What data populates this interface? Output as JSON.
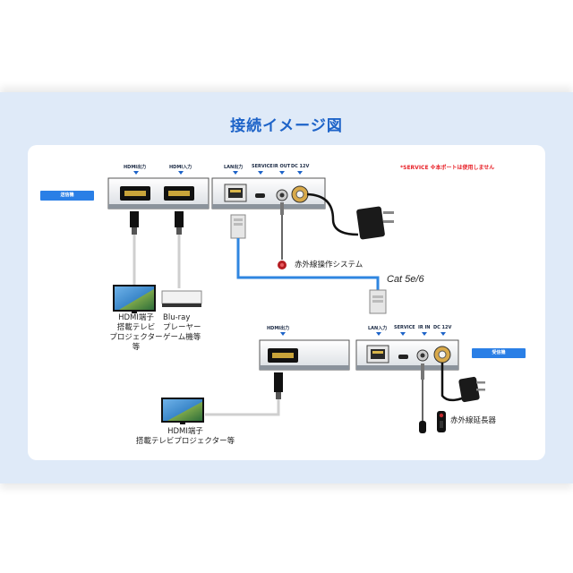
{
  "title": "接続イメージ図",
  "note": "*SERVICE ※本ポートは使用しません",
  "sender": {
    "tag": "送信機",
    "port_hdmi_out": "HDMI出力",
    "port_hdmi_in": "HDMI入力",
    "port_lan_out": "LAN出力",
    "port_service": "SERVICE",
    "port_ir_out": "IR OUT",
    "port_dc": "DC 12V"
  },
  "receiver": {
    "tag": "受信機",
    "port_hdmi_out": "HDMI出力",
    "port_lan_in": "LAN入力",
    "port_service": "SERVICE",
    "port_ir_in": "IR IN",
    "port_dc": "DC 12V"
  },
  "captions": {
    "tv_left_line1": "HDMI端子",
    "tv_left_line2": "搭載テレビ",
    "tv_left_line3": "プロジェクター",
    "tv_left_line4": "等",
    "bluray_line1": "Blu-ray",
    "bluray_line2": "プレーヤー",
    "bluray_line3": "ゲーム機等",
    "tv_bottom_line1": "HDMI端子",
    "tv_bottom_line2": "搭載テレビプロジェクター等",
    "ir_system": "赤外線操作システム",
    "ir_extender": "赤外線延長器",
    "cable": "Cat 5e/6"
  },
  "colors": {
    "accent": "#1d63c8",
    "tag_bg": "#2a7fe6",
    "warning": "#e8232a",
    "lan_cable": "#2f86e0",
    "background": "#dfeaf8"
  }
}
